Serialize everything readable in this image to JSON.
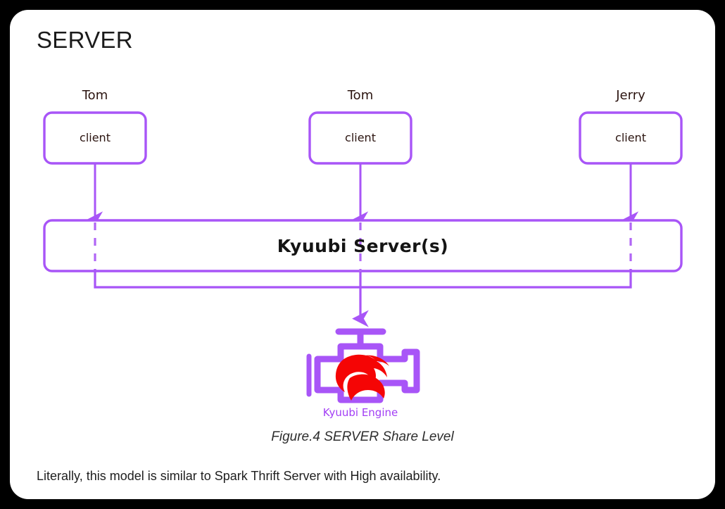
{
  "page": {
    "title": "SERVER",
    "background_color": "#000000",
    "card_color": "#ffffff",
    "accent_color": "#a855f7",
    "engine_logo_color": "#f50505",
    "text_color": "#1b1b1b"
  },
  "diagram": {
    "clients": [
      {
        "user": "Tom",
        "box_label": "client"
      },
      {
        "user": "Tom",
        "box_label": "client"
      },
      {
        "user": "Jerry",
        "box_label": "client"
      }
    ],
    "server_bar": {
      "label": "Kyuubi Server(s)"
    },
    "engine": {
      "label": "Kyuubi Engine",
      "icon": "engine-icon",
      "logo": "kyuubi-fox-logo"
    }
  },
  "captions": {
    "figure": "Figure.4 SERVER Share Level",
    "body": "Literally, this model is similar to Spark Thrift Server with High availability."
  }
}
